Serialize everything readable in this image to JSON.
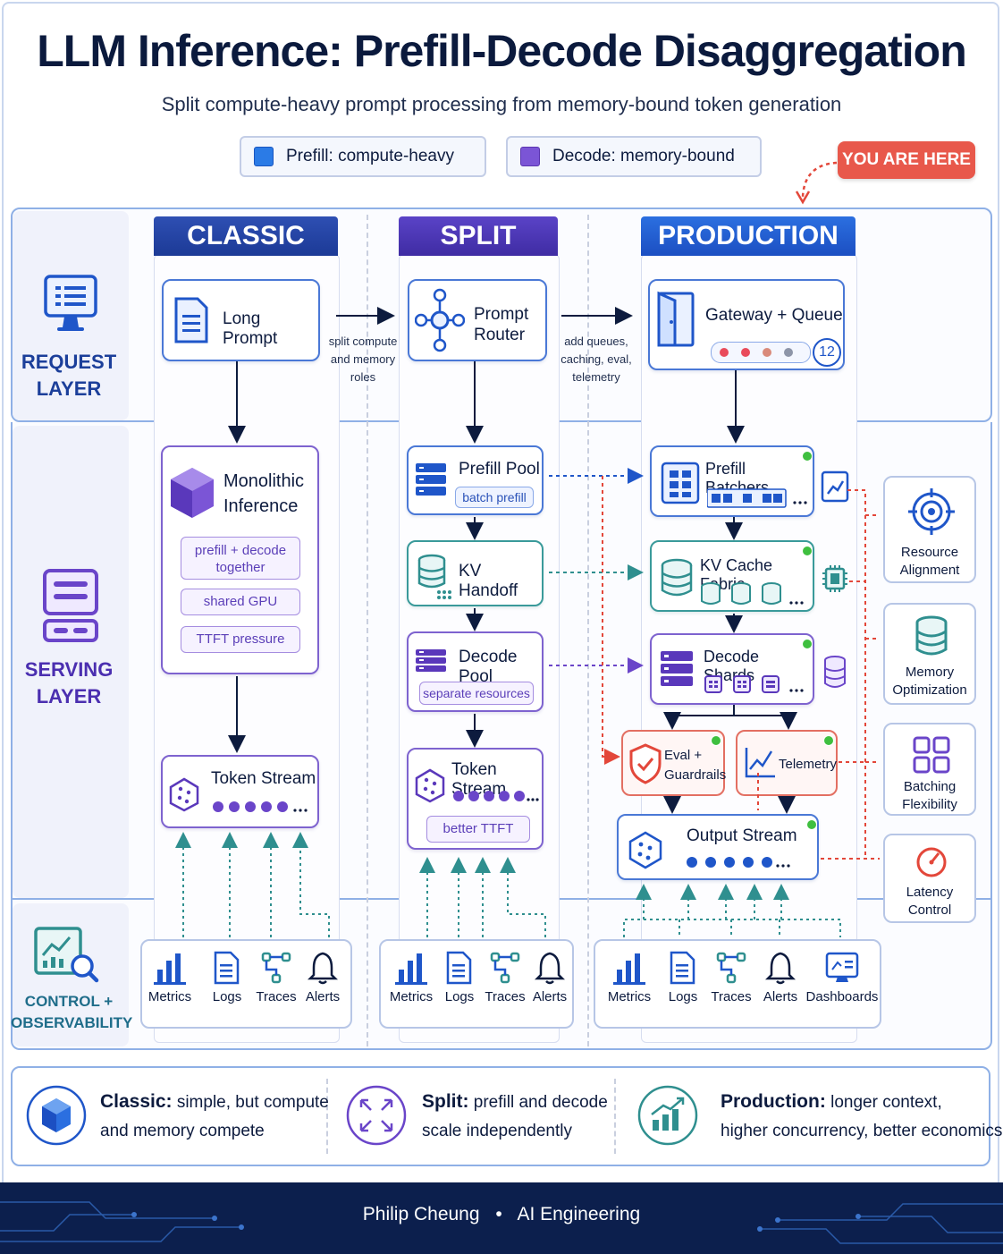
{
  "title": "LLM Inference: Prefill-Decode Disaggregation",
  "subtitle": "Split compute-heavy prompt processing from memory-bound token generation",
  "legend": {
    "prefill": "Prefill: compute-heavy",
    "decode": "Decode: memory-bound",
    "prefill_color": "#1f6fe0",
    "decode_color": "#7048d0"
  },
  "you_are_here": "YOU ARE HERE",
  "layers": {
    "request": [
      "REQUEST",
      "LAYER"
    ],
    "serving": [
      "SERVING",
      "LAYER"
    ],
    "control": [
      "CONTROL +",
      "OBSERVABILITY"
    ]
  },
  "columns": {
    "classic": "CLASSIC",
    "split": "SPLIT",
    "production": "PRODUCTION"
  },
  "transitions": {
    "to_split": [
      "split compute",
      "and memory",
      "roles"
    ],
    "to_production": [
      "add queues,",
      "caching, eval,",
      "telemetry"
    ]
  },
  "classic": {
    "request": "Long Prompt",
    "serving_title": [
      "Monolithic",
      "Inference"
    ],
    "tags": [
      "prefill + decode together",
      "shared GPU",
      "TTFT pressure"
    ],
    "stream": "Token Stream"
  },
  "split": {
    "request": [
      "Prompt",
      "Router"
    ],
    "prefill_pool": "Prefill Pool",
    "prefill_tag": "batch prefill",
    "kv_handoff": "KV Handoff",
    "decode_pool": "Decode Pool",
    "decode_tag": "separate resources",
    "stream": "Token Stream",
    "stream_tag": "better TTFT"
  },
  "production": {
    "request": "Gateway + Queue",
    "queue_count": "12",
    "prefill_batchers": "Prefill Batchers",
    "kv_cache": "KV Cache Fabric",
    "decode_shards": "Decode Shards",
    "eval": [
      "Eval +",
      "Guardrails"
    ],
    "telemetry": "Telemetry",
    "output": "Output Stream"
  },
  "side_panel": [
    {
      "label": [
        "Resource",
        "Alignment"
      ],
      "icon": "target-icon"
    },
    {
      "label": [
        "Memory",
        "Optimization"
      ],
      "icon": "database-icon"
    },
    {
      "label": [
        "Batching",
        "Flexibility"
      ],
      "icon": "grid-icon"
    },
    {
      "label": [
        "Latency",
        "Control"
      ],
      "icon": "gauge-icon"
    }
  ],
  "observability": {
    "classic": [
      "Metrics",
      "Logs",
      "Traces",
      "Alerts"
    ],
    "split": [
      "Metrics",
      "Logs",
      "Traces",
      "Alerts"
    ],
    "production": [
      "Metrics",
      "Logs",
      "Traces",
      "Alerts",
      "Dashboards"
    ]
  },
  "summary": {
    "classic_head": "Classic:",
    "classic_text": [
      "simple, but compute",
      "and memory compete"
    ],
    "split_head": "Split:",
    "split_text": [
      "prefill and decode",
      "scale independently"
    ],
    "production_head": "Production:",
    "production_text": [
      "longer context,",
      "higher concurrency, better economics"
    ]
  },
  "footer": {
    "author": "Philip Cheung",
    "sep": "•",
    "topic": "AI Engineering"
  },
  "colors": {
    "blue": "#1f56c9",
    "purple": "#6a45c9",
    "teal": "#2f8f8f",
    "red": "#e36f62",
    "navy": "#0c1f4d"
  }
}
